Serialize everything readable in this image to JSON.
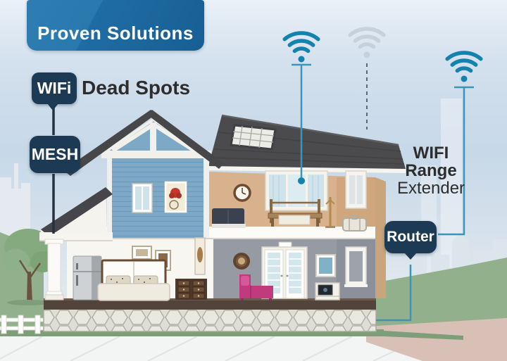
{
  "banner": {
    "label": "Proven Solutions"
  },
  "callouts": {
    "wifi_dead_spots": {
      "badge": "WIFi",
      "caption": "Dead Spots"
    },
    "mesh": {
      "badge": "MESH"
    },
    "router": {
      "badge": "Router"
    },
    "wifi_range_extender": {
      "line1": "WIFI",
      "line2": "Range",
      "line3": "Extender"
    }
  },
  "icons": {
    "left": "wifi-signal-icon",
    "center": "wifi-signal-faded-icon",
    "right": "wifi-signal-icon"
  },
  "colors": {
    "banner_blue": "#1f6ca4",
    "badge_navy": "#1d3a55",
    "wifi_teal": "#1581ad",
    "wifi_faded": "#c6d1db",
    "connector_teal": "#3b95b6",
    "connector_dark": "#243140",
    "text_dark": "#2d2d2d"
  }
}
